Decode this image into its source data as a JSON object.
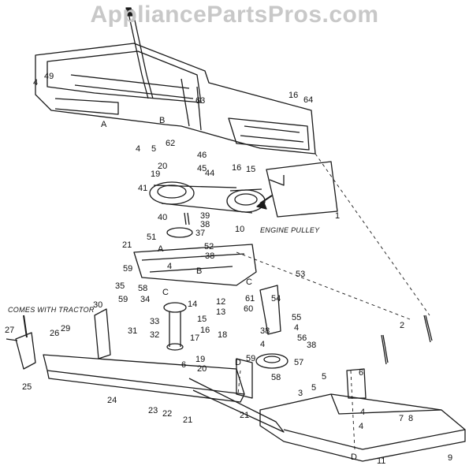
{
  "watermark": "AppliancePartsPros.com",
  "annotations": {
    "engine_pulley": "ENGINE PULLEY",
    "comes_with_tractor": "COMES WITH TRACTOR"
  },
  "callouts": [
    "4",
    "49",
    "63",
    "16",
    "64",
    "A",
    "B",
    "5",
    "62",
    "4",
    "16",
    "15",
    "46",
    "20",
    "45",
    "19",
    "44",
    "41",
    "1",
    "40",
    "39",
    "38",
    "10",
    "51",
    "37",
    "21",
    "A",
    "52",
    "38",
    "4",
    "59",
    "B",
    "53",
    "35",
    "58",
    "C",
    "C",
    "59",
    "34",
    "12",
    "61",
    "54",
    "60",
    "14",
    "55",
    "30",
    "13",
    "4",
    "27",
    "29",
    "33",
    "15",
    "38",
    "56",
    "31",
    "26",
    "32",
    "16",
    "17",
    "18",
    "4",
    "38",
    "2",
    "6",
    "19",
    "59",
    "57",
    "25",
    "20",
    "D",
    "58",
    "6",
    "5",
    "3",
    "24",
    "5",
    "4",
    "7",
    "8",
    "23",
    "22",
    "21",
    "21",
    "4",
    "D",
    "11",
    "9"
  ],
  "colors": {
    "line": "#1a1a1a",
    "watermark": "#c8c8c8",
    "background": "#ffffff"
  }
}
